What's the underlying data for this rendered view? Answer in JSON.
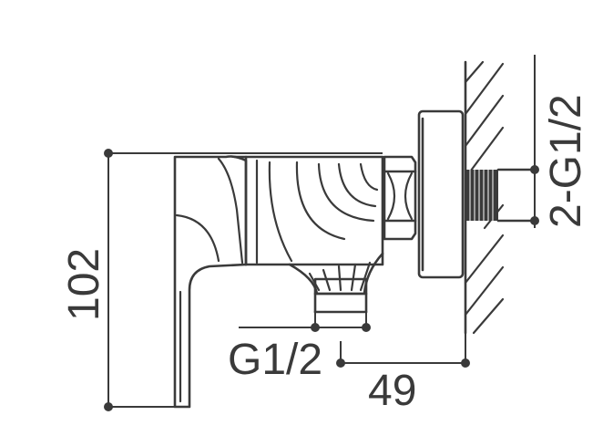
{
  "dimensions": {
    "height": "102",
    "width": "49",
    "outlet_thread": "G1/2",
    "inlet_thread": "2-G1/2"
  },
  "colors": {
    "line": "#3a3a3a",
    "background": "#ffffff"
  }
}
